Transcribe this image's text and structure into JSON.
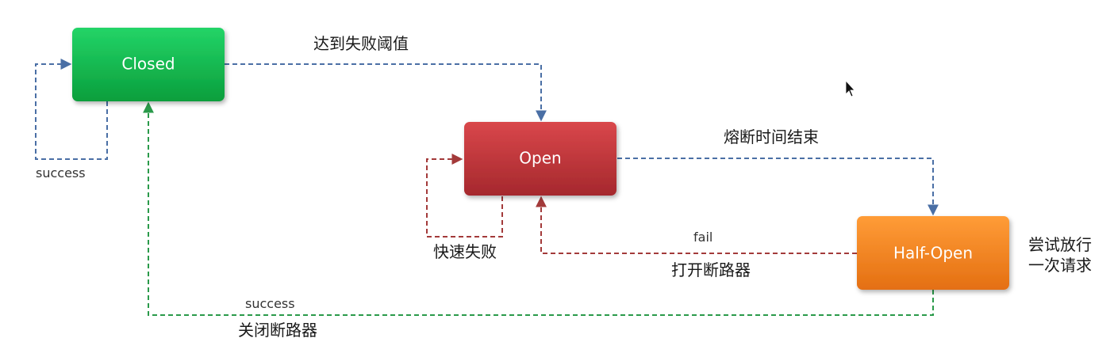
{
  "states": {
    "closed": {
      "label": "Closed",
      "color": "#12b84a"
    },
    "open": {
      "label": "Open",
      "color": "#c0353a"
    },
    "half_open": {
      "label": "Half-Open",
      "color": "#f5821f"
    }
  },
  "edges": {
    "closed_to_open": {
      "label": "达到失败阈值",
      "color": "#4a6fa5"
    },
    "closed_self": {
      "label": "success",
      "color": "#4a6fa5"
    },
    "open_self": {
      "label": "快速失败",
      "color": "#a33a3a"
    },
    "open_to_half_open": {
      "label": "熔断时间结束",
      "color": "#4a6fa5"
    },
    "half_open_to_open": {
      "label_top": "fail",
      "label_bottom": "打开断路器",
      "color": "#a33a3a"
    },
    "half_open_to_closed": {
      "label_top": "success",
      "label_bottom": "关闭断路器",
      "color": "#2a9a4a"
    }
  },
  "annotation": {
    "line1": "尝试放行",
    "line2": "一次请求"
  },
  "cursor": {
    "icon": "mouse-pointer-icon"
  }
}
